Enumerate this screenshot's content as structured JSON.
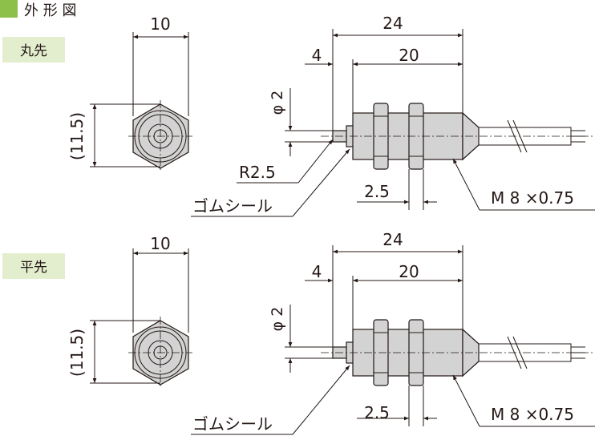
{
  "title": "外 形 図",
  "colors": {
    "accent": "#8dc04b",
    "label_bg": "#e3eecf",
    "part": "#d3d3d3"
  },
  "views": [
    {
      "label": "丸先",
      "width_dim": "10",
      "height_dim": "(11.5)",
      "total_len": "24",
      "tip_len": "4",
      "body_len": "20",
      "dia": "φ 2",
      "radius": "R2.5",
      "seal": "ゴムシール",
      "nut_dim": "2.5",
      "thread": "M 8 ×0.75"
    },
    {
      "label": "平先",
      "width_dim": "10",
      "height_dim": "(11.5)",
      "total_len": "24",
      "tip_len": "4",
      "body_len": "20",
      "dia": "φ 2",
      "seal": "ゴムシール",
      "nut_dim": "2.5",
      "thread": "M 8 ×0.75"
    }
  ]
}
